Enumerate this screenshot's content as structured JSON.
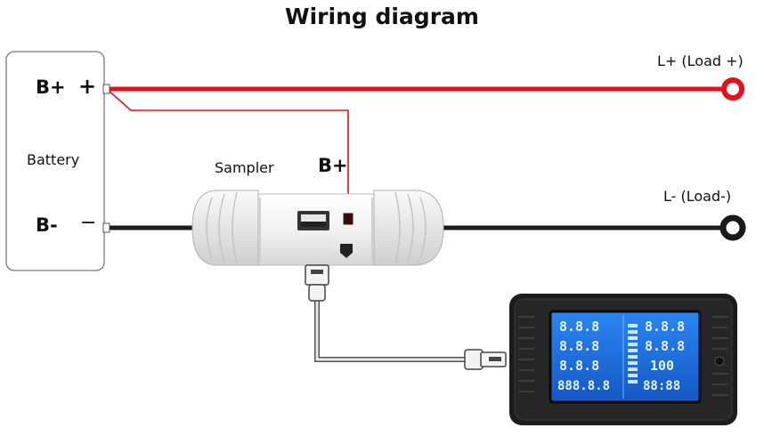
{
  "title": "Wiring diagram",
  "battery": {
    "label": "Battery",
    "pos_terminal": "B+",
    "pos_sign": "+",
    "neg_terminal": "B-",
    "neg_sign": "−"
  },
  "sampler": {
    "label": "Sampler",
    "bplus": "B+"
  },
  "load": {
    "positive": "L+ (Load +)",
    "negative": "L- (Load-)"
  },
  "colors": {
    "positive_wire": "#e5101a",
    "negative_wire": "#1a1a1a",
    "lcd_background": "#1b6fe0",
    "meter_body": "#1c1c1c"
  },
  "meter_display": {
    "digits_tl": "8.8.8",
    "digits_ml": "8.8.8",
    "digits_bl": "8.8.8",
    "digits_foot_l": "888.8.8",
    "digits_tr": "8.8.8",
    "digits_mr": "8.8.8",
    "digits_br": "100",
    "digits_foot_r": "88:88"
  }
}
